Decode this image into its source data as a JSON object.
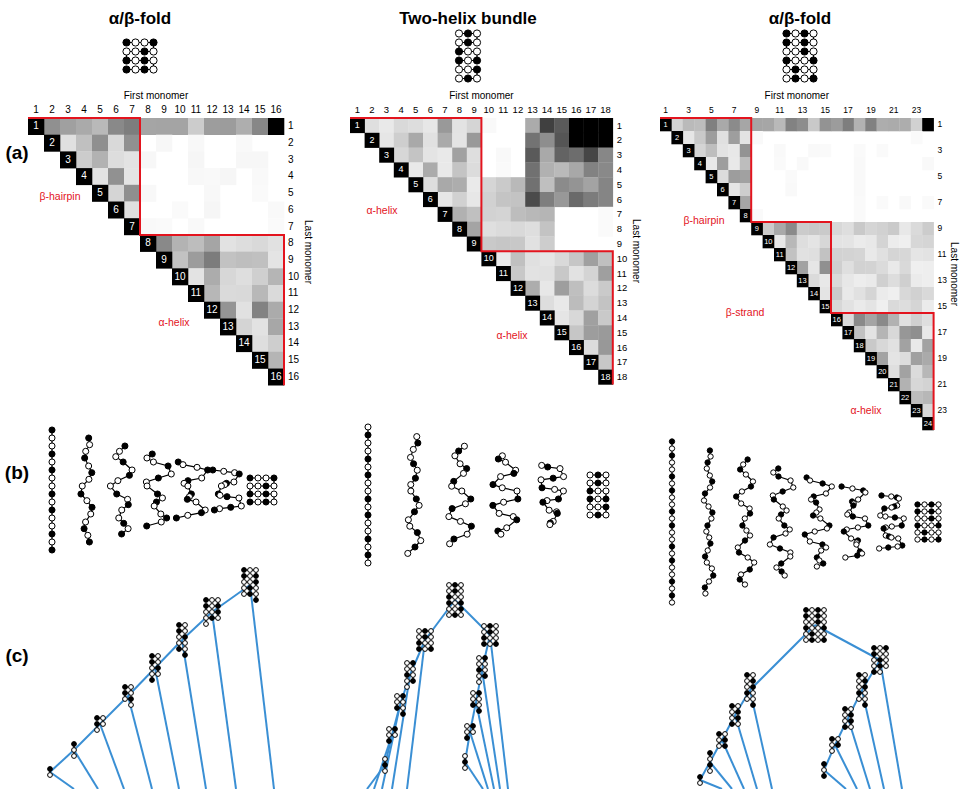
{
  "diagram": {
    "labels": [
      "α/β-fold",
      "Two-helix bundle",
      "α/β-fold",
      "(a)",
      "(b)",
      "(c)",
      "First monomer",
      "Last monomer",
      "1",
      "2",
      "3",
      "4",
      "5",
      "6",
      "7",
      "8",
      "9",
      "10",
      "11",
      "12",
      "13",
      "14",
      "15",
      "16",
      "1",
      "2",
      "3",
      "4",
      "5",
      "6",
      "7",
      "8",
      "9",
      "10",
      "11",
      "12",
      "13",
      "14",
      "15",
      "16",
      "1",
      "2",
      "3",
      "4",
      "5",
      "6",
      "7",
      "8",
      "9",
      "10",
      "11",
      "12",
      "13",
      "14",
      "15",
      "16",
      "β-hairpin",
      "α-helix",
      "First monomer",
      "Last monomer",
      "1",
      "2",
      "3",
      "4",
      "5",
      "6",
      "7",
      "8",
      "9",
      "10",
      "11",
      "12",
      "13",
      "14",
      "15",
      "16",
      "17",
      "18",
      "1",
      "2",
      "3",
      "4",
      "5",
      "6",
      "7",
      "8",
      "9",
      "10",
      "11",
      "12",
      "13",
      "14",
      "15",
      "16",
      "17",
      "18",
      "1",
      "2",
      "3",
      "4",
      "5",
      "6",
      "7",
      "8",
      "9",
      "10",
      "11",
      "12",
      "13",
      "14",
      "15",
      "16",
      "17",
      "18",
      "α-helix",
      "α-helix",
      "First monomer",
      "Last monomer",
      "1",
      "3",
      "5",
      "7",
      "9",
      "11",
      "13",
      "15",
      "17",
      "19",
      "21",
      "23",
      "1",
      "3",
      "5",
      "7",
      "9",
      "11",
      "13",
      "15",
      "17",
      "19",
      "21",
      "23",
      "1",
      "2",
      "3",
      "4",
      "5",
      "6",
      "7",
      "8",
      "9",
      "10",
      "11",
      "12",
      "13",
      "14",
      "15",
      "16",
      "17",
      "18",
      "19",
      "20",
      "21",
      "22",
      "23",
      "24",
      "β-hairpin",
      "β-strand",
      "α-helix"
    ]
  }
}
